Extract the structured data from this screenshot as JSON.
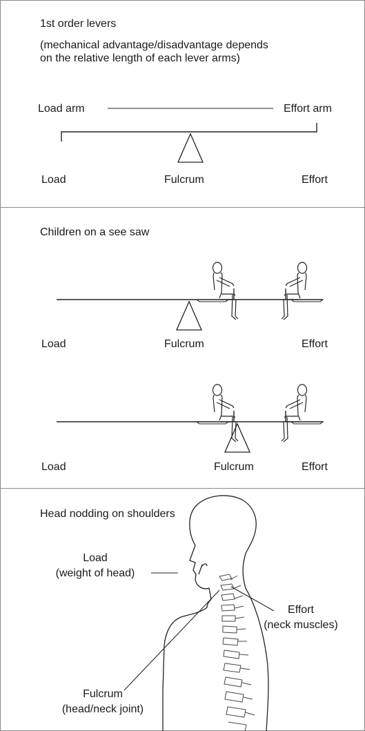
{
  "panel1": {
    "title": "1st order levers",
    "subtitle_line1": "(mechanical advantage/disadvantage depends",
    "subtitle_line2": "on the relative length of each lever arms)",
    "load_arm": "Load arm",
    "effort_arm": "Effort arm",
    "load": "Load",
    "fulcrum": "Fulcrum",
    "effort": "Effort"
  },
  "panel2": {
    "title": "Children on a see saw",
    "row1": {
      "load": "Load",
      "fulcrum": "Fulcrum",
      "effort": "Effort"
    },
    "row2": {
      "load": "Load",
      "fulcrum": "Fulcrum",
      "effort": "Effort"
    }
  },
  "panel3": {
    "title": "Head nodding on shoulders",
    "load_line1": "Load",
    "load_line2": "(weight of head)",
    "effort_line1": "Effort",
    "effort_line2": "(neck muscles)",
    "fulcrum_line1": "Fulcrum",
    "fulcrum_line2": "(head/neck joint)"
  }
}
